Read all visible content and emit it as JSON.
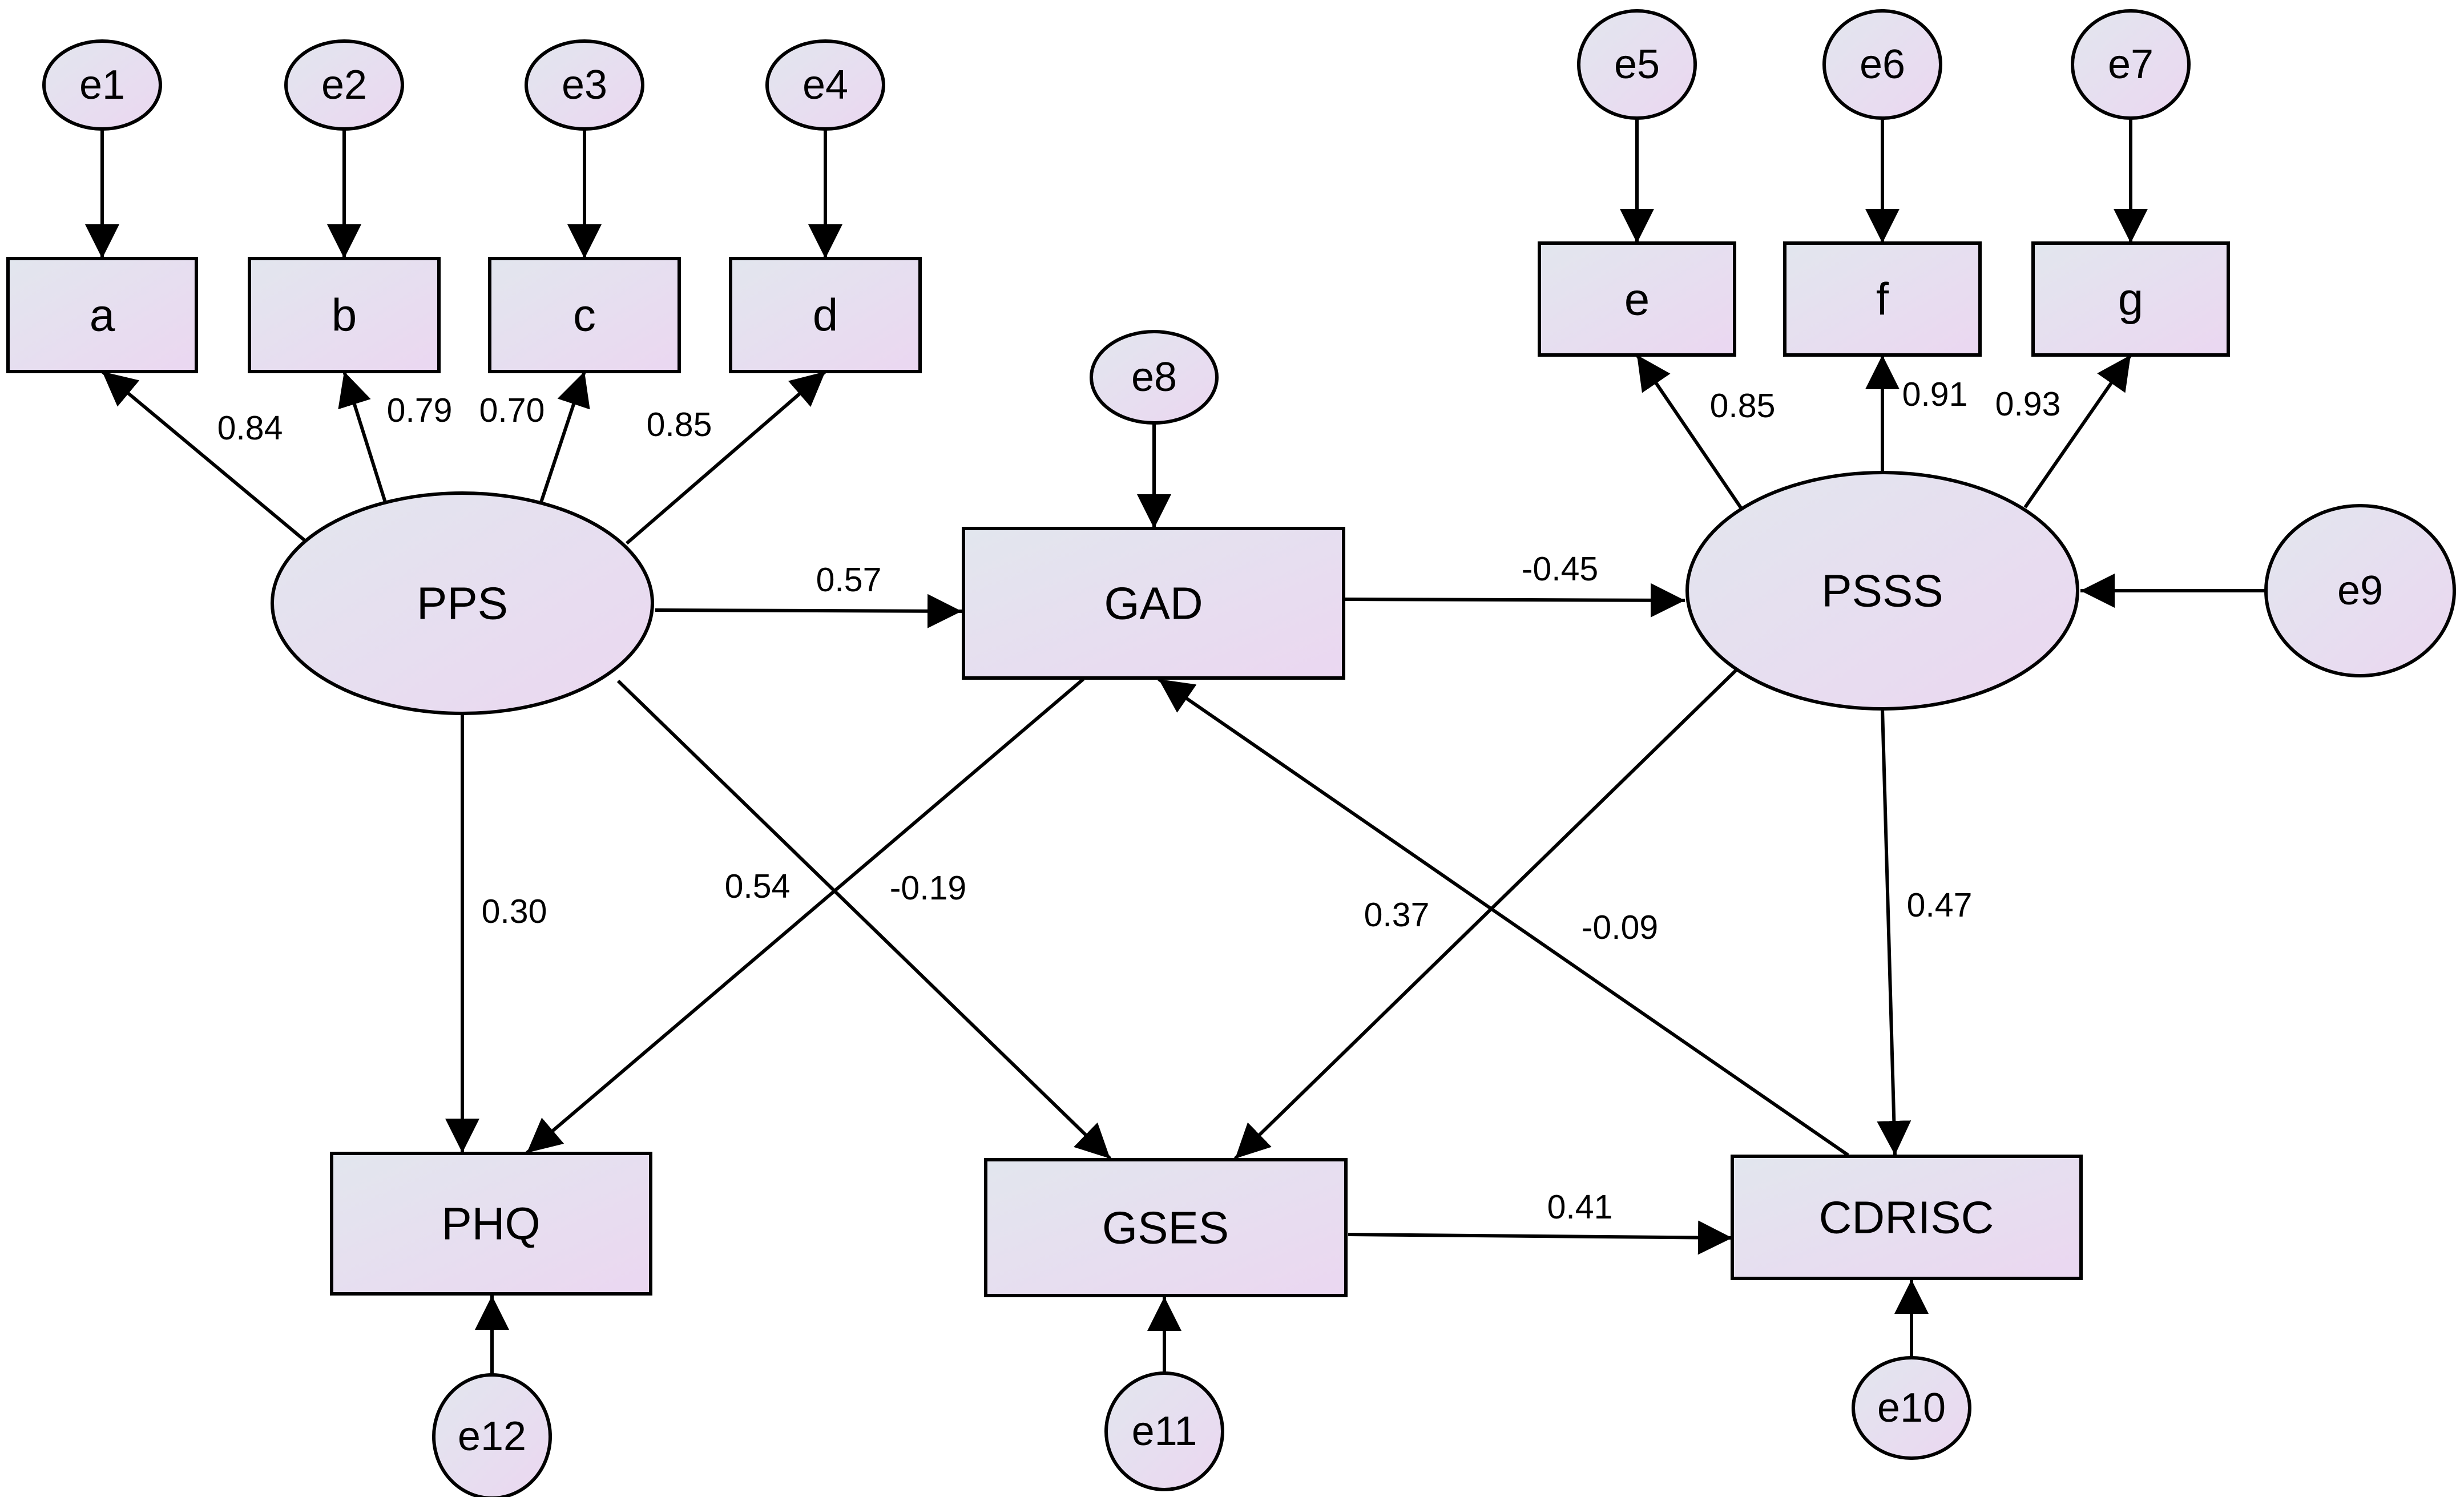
{
  "diagram": {
    "latent": {
      "pps": "PPS",
      "psss": "PSSS"
    },
    "observed": {
      "a": "a",
      "b": "b",
      "c": "c",
      "d": "d",
      "e": "e",
      "f": "f",
      "g": "g",
      "gad": "GAD",
      "phq": "PHQ",
      "gses": "GSES",
      "cdrisc": "CDRISC"
    },
    "errors": {
      "e1": "e1",
      "e2": "e2",
      "e3": "e3",
      "e4": "e4",
      "e5": "e5",
      "e6": "e6",
      "e7": "e7",
      "e8": "e8",
      "e9": "e9",
      "e10": "e10",
      "e11": "e11",
      "e12": "e12"
    },
    "coefficients": {
      "pps_a": "0.84",
      "pps_b": "0.79",
      "pps_c": "0.70",
      "pps_d": "0.85",
      "psss_e": "0.85",
      "psss_f": "0.91",
      "psss_g": "0.93",
      "pps_gad": "0.57",
      "gad_psss": "-0.45",
      "pps_phq": "0.30",
      "gad_phq": "0.54",
      "pps_gses": "-0.19",
      "psss_gses": "0.37",
      "cdrisc_gad": "-0.09",
      "psss_cdrisc": "0.47",
      "gses_cdrisc": "0.41"
    },
    "colors": {
      "node_fill_start": "#e2e6ee",
      "node_fill_end": "#ebd7f1",
      "stroke": "#000000"
    }
  }
}
